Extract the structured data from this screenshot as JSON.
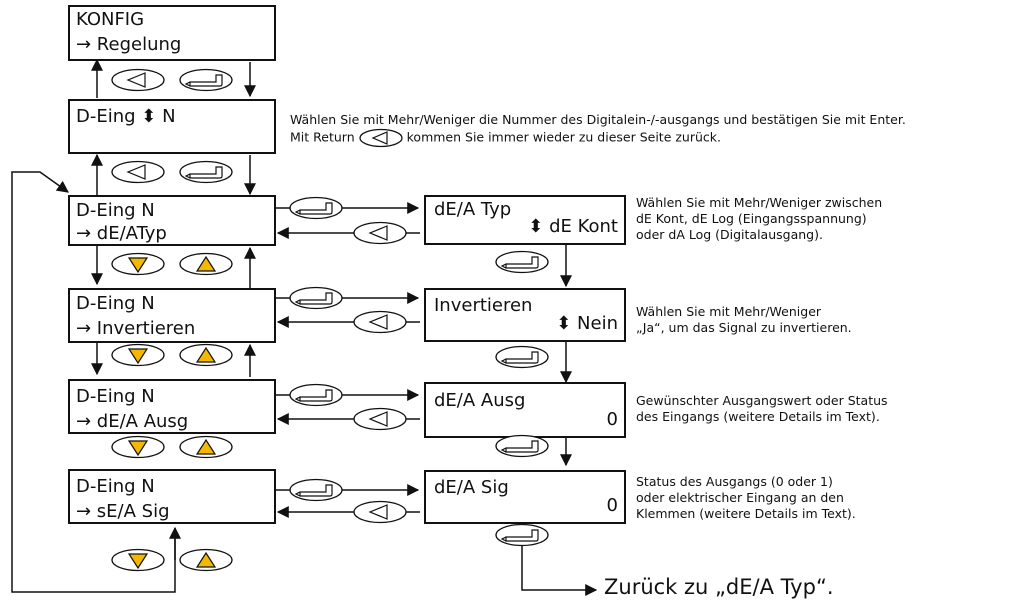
{
  "colors": {
    "accent_button": "#F5B800",
    "line": "#111111"
  },
  "boxes": {
    "konfig": {
      "line1": "KONFIG",
      "line2": "→ Regelung"
    },
    "deing": {
      "line1": "D-Eing ⬍  N"
    },
    "row1_left": {
      "line1": "D-Eing N",
      "line2": "→ dE/ATyp"
    },
    "row2_left": {
      "line1": "D-Eing N",
      "line2": "→ Invertieren"
    },
    "row3_left": {
      "line1": "D-Eing N",
      "line2": "→  dE/A Ausg"
    },
    "row4_left": {
      "line1": "D-Eing N",
      "line2": "→ sE/A Sig"
    },
    "row1_right": {
      "label": "dE/A Typ",
      "value": "⬍ dE Kont"
    },
    "row2_right": {
      "label": "Invertieren",
      "value": "⬍ Nein"
    },
    "row3_right": {
      "label": "dE/A Ausg",
      "value": "0"
    },
    "row4_right": {
      "label": "dE/A Sig",
      "value": "0"
    }
  },
  "notes": {
    "deing": {
      "0": "Wählen Sie mit Mehr/Weniger die Nummer des Digitalein-/-ausgangs und bestätigen Sie mit Enter.",
      "1a": "Mit Return",
      "1b": "kommen Sie immer wieder zu dieser Seite zurück."
    },
    "typ": {
      "0": "Wählen Sie mit Mehr/Weniger zwischen",
      "1": "dE Kont, dE Log (Eingangsspannung)",
      "2": "oder dA Log (Digitalausgang)."
    },
    "invert": {
      "0": "Wählen Sie mit Mehr/Weniger",
      "1": "„Ja“, um das Signal zu invertieren."
    },
    "ausg": {
      "0": "Gewünschter Ausgangswert oder Status",
      "1": "des Eingangs (weitere Details im Text)."
    },
    "sig": {
      "0": "Status des Ausgangs (0 oder 1)",
      "1": "oder elektrischer Eingang an den",
      "2": "Klemmen (weitere Details im Text)."
    }
  },
  "footer": "Zurück zu „dE/A Typ“.",
  "button_types": [
    "return",
    "enter",
    "return",
    "enter",
    "enter",
    "return",
    "down",
    "up",
    "enter",
    "return",
    "down",
    "up",
    "enter",
    "enter",
    "return",
    "down",
    "up",
    "enter",
    "enter",
    "return",
    "down",
    "up",
    "enter"
  ]
}
